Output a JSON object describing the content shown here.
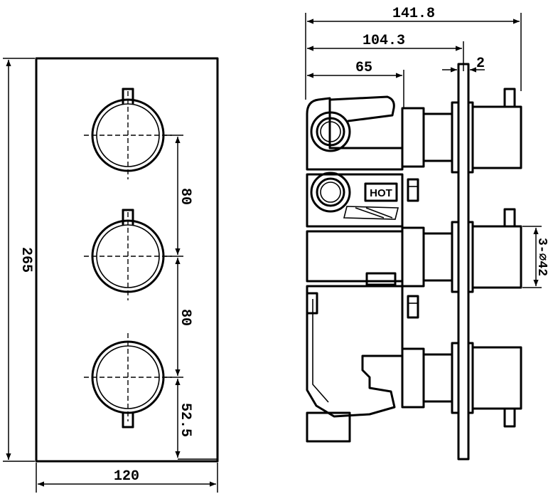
{
  "front_view": {
    "dimensions": {
      "width": "120",
      "height": "265",
      "spacing_top": "80",
      "spacing_bottom": "80",
      "bottom_offset": "52.5"
    }
  },
  "side_view": {
    "dimensions": {
      "overall_depth": "141.8",
      "body_depth": "104.3",
      "valve_depth": "65",
      "plate_thickness": "2",
      "handle_diameter": "3-∅42"
    },
    "label_hot": "HOT"
  }
}
